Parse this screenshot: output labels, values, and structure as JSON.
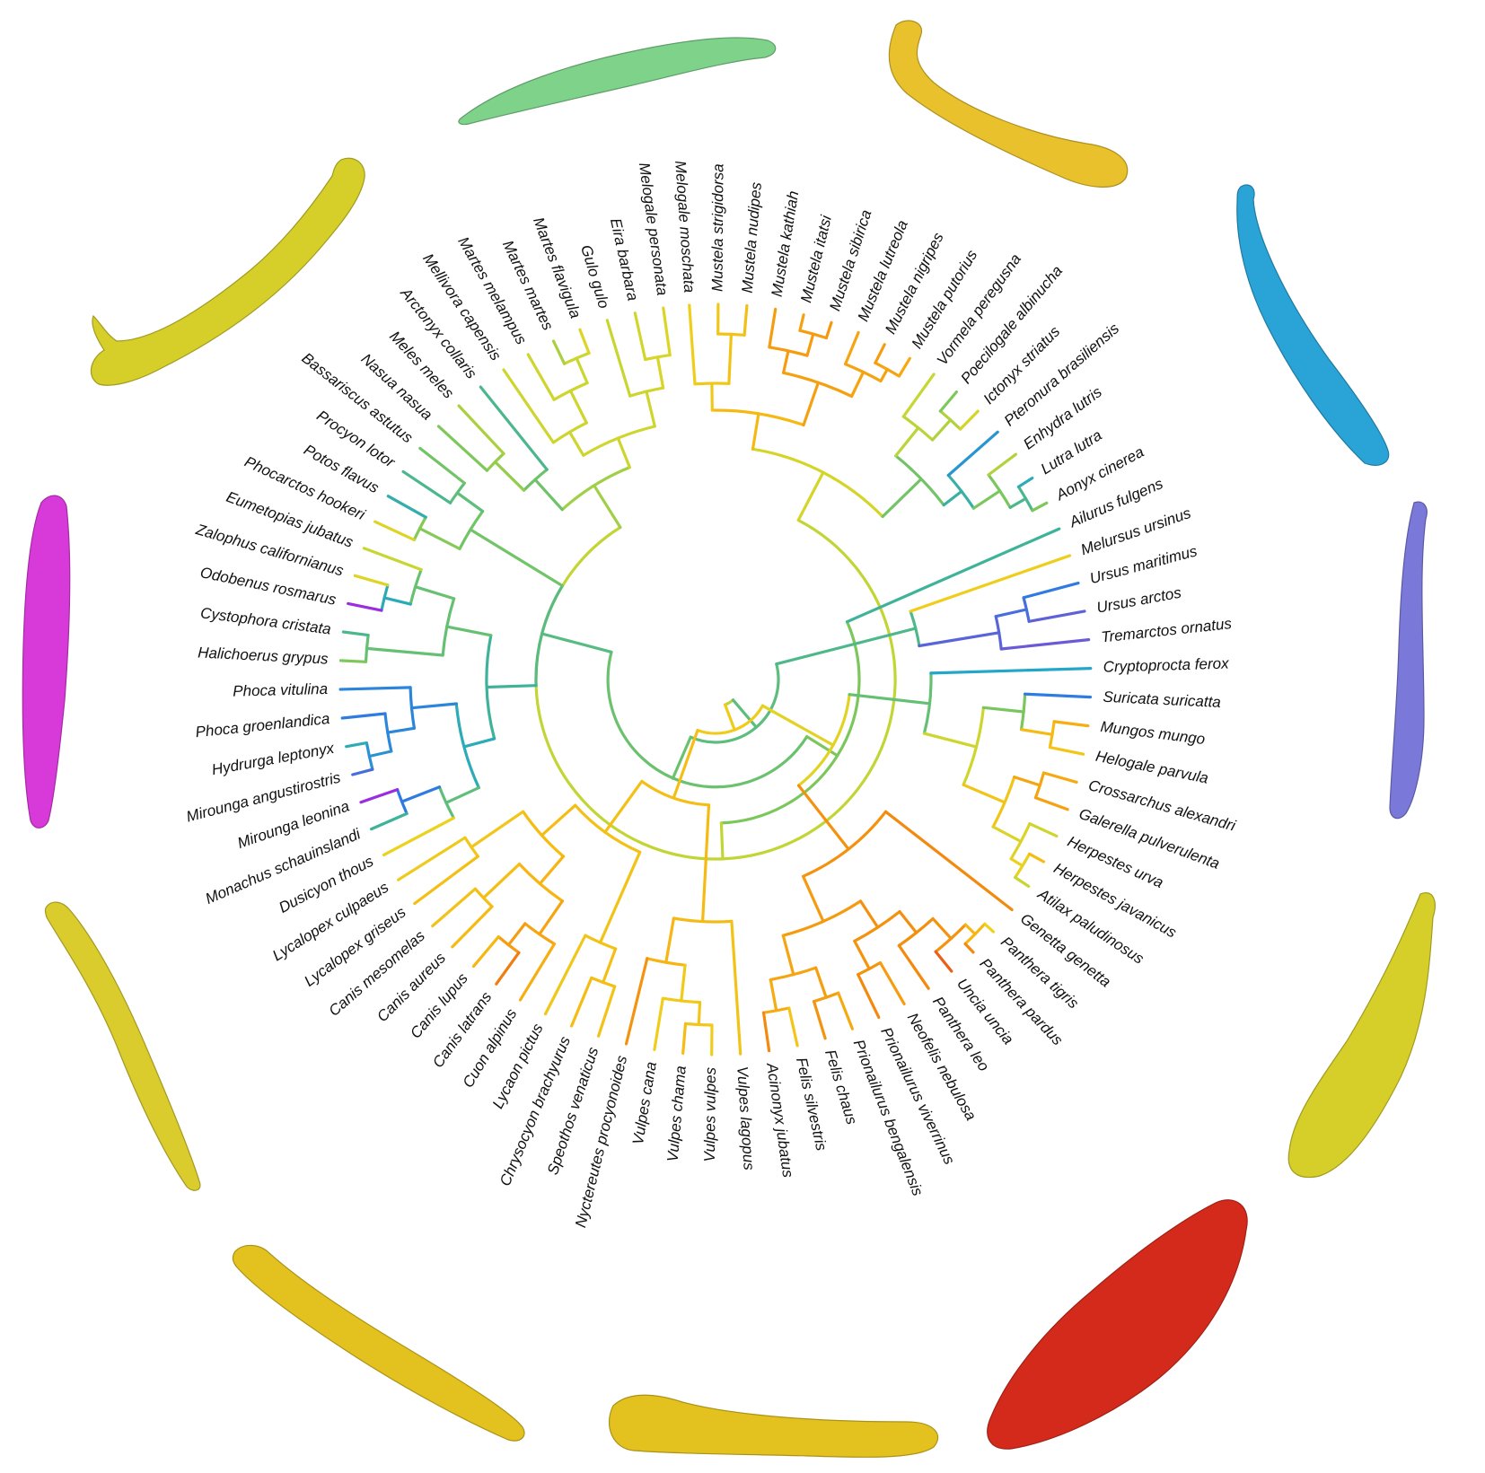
{
  "tree": {
    "colormap": [
      "#9b2de0",
      "#6a5ad6",
      "#2f7be0",
      "#22a7c8",
      "#3fb39a",
      "#7ec85a",
      "#c7d631",
      "#ecd21d",
      "#f7b712",
      "#f38a0f",
      "#e8431a"
    ],
    "taxa": [
      {
        "name": "Melogale moschata",
        "v": 0.72
      },
      {
        "name": "Mustela strigidorsa",
        "v": 0.74
      },
      {
        "name": "Mustela nudipes",
        "v": 0.77
      },
      {
        "name": "Mustela kathiah",
        "v": 0.86
      },
      {
        "name": "Mustela itatsi",
        "v": 0.85
      },
      {
        "name": "Mustela sibirica",
        "v": 0.87
      },
      {
        "name": "Mustela lutreola",
        "v": 0.84
      },
      {
        "name": "Mustela nigripes",
        "v": 0.86
      },
      {
        "name": "Mustela putorius",
        "v": 0.83
      },
      {
        "name": "Vormela peregusna",
        "v": 0.6
      },
      {
        "name": "Poecilogale albinucha",
        "v": 0.5
      },
      {
        "name": "Ictonyx striatus",
        "v": 0.64
      },
      {
        "name": "Pteronura brasiliensis",
        "v": 0.26
      },
      {
        "name": "Enhydra lutris",
        "v": 0.57
      },
      {
        "name": "Lutra lutra",
        "v": 0.34
      },
      {
        "name": "Aonyx cinerea",
        "v": 0.5
      },
      {
        "name": "Ailurus fulgens",
        "v": 0.4
      },
      {
        "name": "Melursus ursinus",
        "v": 0.72
      },
      {
        "name": "Ursus maritimus",
        "v": 0.2
      },
      {
        "name": "Ursus arctos",
        "v": 0.12
      },
      {
        "name": "Tremarctos ornatus",
        "v": 0.1
      },
      {
        "name": "Cryptoprocta ferox",
        "v": 0.3
      },
      {
        "name": "Suricata suricatta",
        "v": 0.2
      },
      {
        "name": "Mungos mungo",
        "v": 0.82
      },
      {
        "name": "Helogale parvula",
        "v": 0.75
      },
      {
        "name": "Crossarchus alexandri",
        "v": 0.83
      },
      {
        "name": "Galerella pulverulenta",
        "v": 0.85
      },
      {
        "name": "Herpestes urva",
        "v": 0.62
      },
      {
        "name": "Herpestes javanicus",
        "v": 0.78
      },
      {
        "name": "Atilax paludinosus",
        "v": 0.6
      },
      {
        "name": "Genetta genetta",
        "v": 0.9
      },
      {
        "name": "Panthera tigris",
        "v": 0.7
      },
      {
        "name": "Panthera pardus",
        "v": 0.9
      },
      {
        "name": "Uncia uncia",
        "v": 0.96
      },
      {
        "name": "Panthera leo",
        "v": 0.9
      },
      {
        "name": "Neofelis nebulosa",
        "v": 0.86
      },
      {
        "name": "Prionailurus viverrinus",
        "v": 0.9
      },
      {
        "name": "Prionailurus bengalensis",
        "v": 0.83
      },
      {
        "name": "Felis chaus",
        "v": 0.88
      },
      {
        "name": "Felis silvestris",
        "v": 0.75
      },
      {
        "name": "Acinonyx jubatus",
        "v": 0.9
      },
      {
        "name": "Vulpes lagopus",
        "v": 0.76
      },
      {
        "name": "Vulpes vulpes",
        "v": 0.72
      },
      {
        "name": "Vulpes chama",
        "v": 0.78
      },
      {
        "name": "Vulpes cana",
        "v": 0.72
      },
      {
        "name": "Nyctereutes procyonoides",
        "v": 0.88
      },
      {
        "name": "Speothos venaticus",
        "v": 0.76
      },
      {
        "name": "Chrysocyon brachyurus",
        "v": 0.78
      },
      {
        "name": "Lycaon pictus",
        "v": 0.74
      },
      {
        "name": "Cuon alpinus",
        "v": 0.82
      },
      {
        "name": "Canis latrans",
        "v": 0.92
      },
      {
        "name": "Canis lupus",
        "v": 0.8
      },
      {
        "name": "Canis aureus",
        "v": 0.79
      },
      {
        "name": "Canis mesomelas",
        "v": 0.76
      },
      {
        "name": "Lycalopex griseus",
        "v": 0.77
      },
      {
        "name": "Lycalopex culpaeus",
        "v": 0.73
      },
      {
        "name": "Dusicyon thous",
        "v": 0.7
      },
      {
        "name": "Monachus schauinslandi",
        "v": 0.4
      },
      {
        "name": "Mirounga leonina",
        "v": 0.0
      },
      {
        "name": "Mirounga angustirostris",
        "v": 0.16
      },
      {
        "name": "Hydrurga leptonyx",
        "v": 0.34
      },
      {
        "name": "Phoca groenlandica",
        "v": 0.2
      },
      {
        "name": "Phoca vitulina",
        "v": 0.22
      },
      {
        "name": "Halichoerus grypus",
        "v": 0.5
      },
      {
        "name": "Cystophora cristata",
        "v": 0.42
      },
      {
        "name": "Odobenus rosmarus",
        "v": 0.0
      },
      {
        "name": "Zalophus californianus",
        "v": 0.66
      },
      {
        "name": "Eumetopias jubatus",
        "v": 0.6
      },
      {
        "name": "Phocarctos hookeri",
        "v": 0.66
      },
      {
        "name": "Potos flavus",
        "v": 0.36
      },
      {
        "name": "Procyon lotor",
        "v": 0.42
      },
      {
        "name": "Bassariscus astutus",
        "v": 0.48
      },
      {
        "name": "Nasua nasua",
        "v": 0.5
      },
      {
        "name": "Meles meles",
        "v": 0.56
      },
      {
        "name": "Arctonyx collaris",
        "v": 0.42
      },
      {
        "name": "Mellivora capensis",
        "v": 0.62
      },
      {
        "name": "Martes melampus",
        "v": 0.62
      },
      {
        "name": "Martes martes",
        "v": 0.56
      },
      {
        "name": "Martes flavigula",
        "v": 0.66
      },
      {
        "name": "Gulo gulo",
        "v": 0.6
      },
      {
        "name": "Eira barbara",
        "v": 0.63
      },
      {
        "name": "Melogale personata",
        "v": 0.66
      }
    ]
  },
  "bones": [
    {
      "name": "bone-1",
      "color": "#7ed28a"
    },
    {
      "name": "bone-2",
      "color": "#e8c12c"
    },
    {
      "name": "bone-3",
      "color": "#2aa3d6"
    },
    {
      "name": "bone-4",
      "color": "#7a78d8"
    },
    {
      "name": "bone-5",
      "color": "#d6cf2a"
    },
    {
      "name": "bone-6",
      "color": "#d42a1c"
    },
    {
      "name": "bone-7",
      "color": "#e3c21f"
    },
    {
      "name": "bone-8",
      "color": "#e3c21f"
    },
    {
      "name": "bone-9",
      "color": "#d9cc2c"
    },
    {
      "name": "bone-10",
      "color": "#d83ad9"
    },
    {
      "name": "bone-11",
      "color": "#d6cf2a"
    }
  ]
}
